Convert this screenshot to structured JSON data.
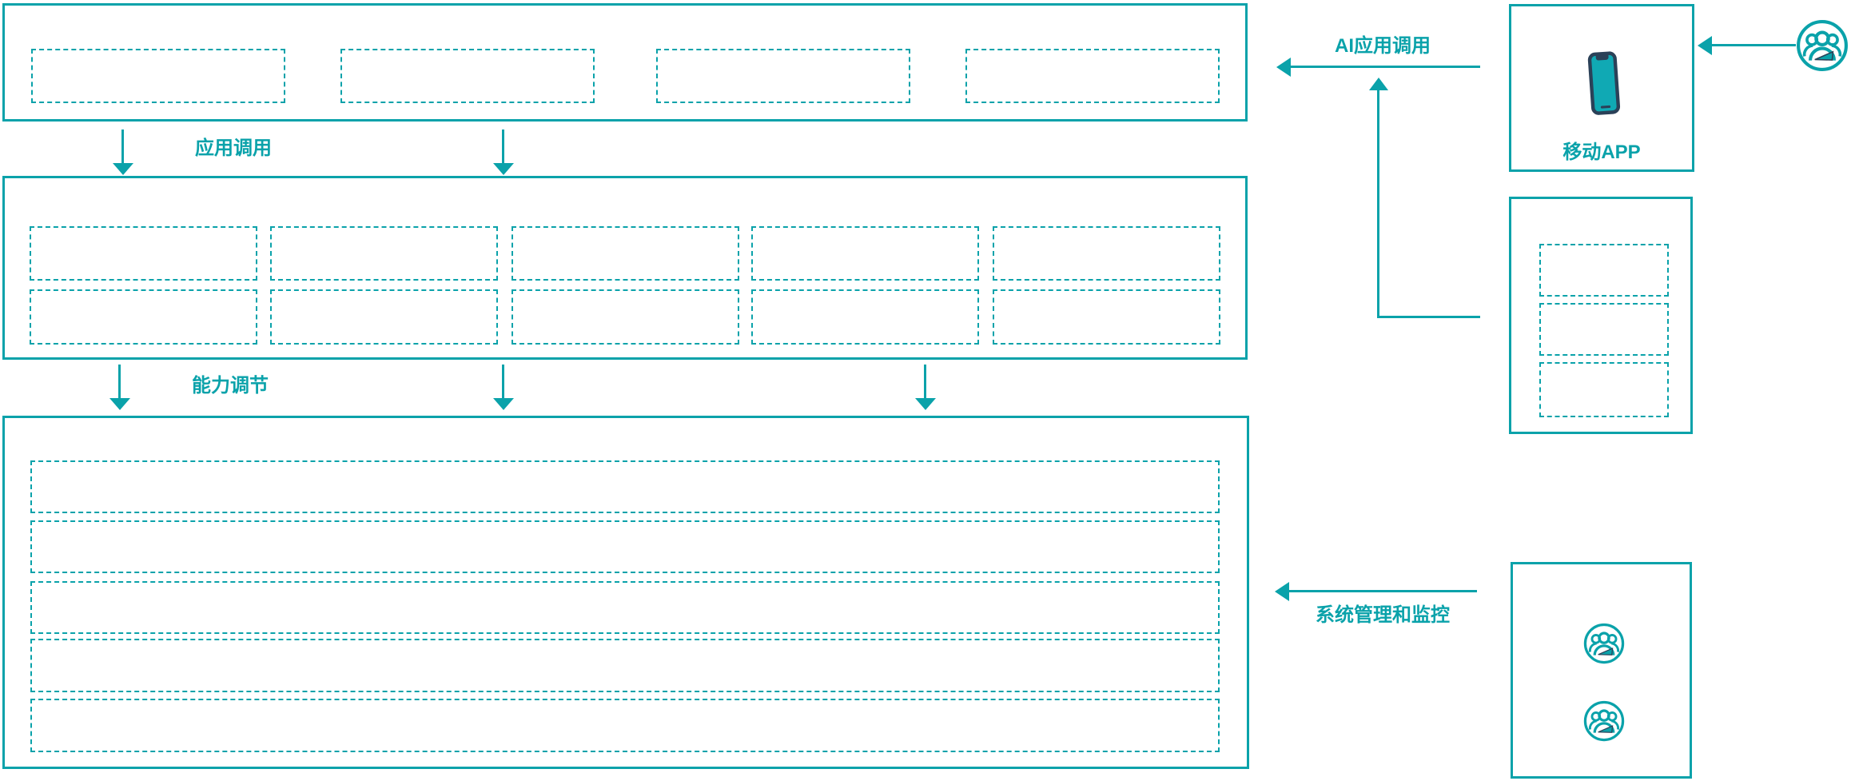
{
  "colors": {
    "teal": "#0aa2aa",
    "navy": "#2b4158",
    "phone_screen": "#10a9b4"
  },
  "labels": {
    "app_call": "应用调用",
    "capability_adjust": "能力调节",
    "ai_app_call": "AI应用调用",
    "system_management": "系统管理和监控",
    "mobile_app": "移动APP"
  },
  "structure": {
    "top_band_placeholder_count": 4,
    "middle_band": {
      "rows": 2,
      "columns": 5
    },
    "bottom_band_row_count": 5,
    "right_middle_placeholder_count": 3,
    "admin_box_user_icon_count": 2
  },
  "icons": {
    "top_right_actor": "user-group-icon",
    "mobile_device": "smartphone-icon",
    "admin_actors": [
      "user-group-icon",
      "user-group-icon"
    ]
  }
}
